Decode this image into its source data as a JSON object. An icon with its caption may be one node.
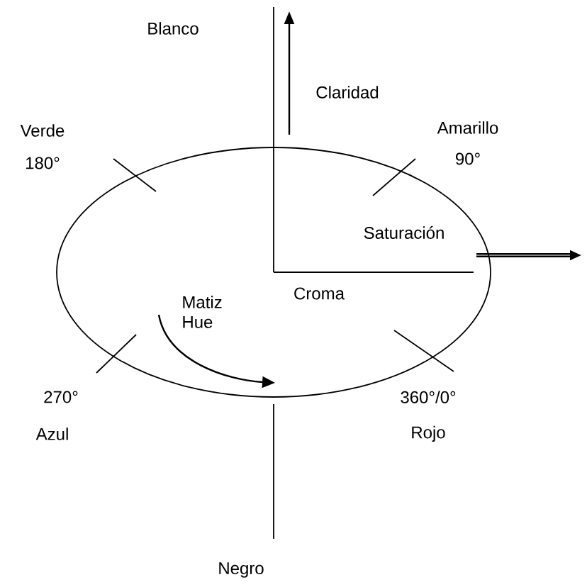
{
  "diagram": {
    "nodes": [
      {
        "text": [
          "Saturación",
          "Croma",
          "Matiz Hue"
        ]
      }
    ],
    "labels": [
      "Blanco",
      "Claridad",
      "Verde",
      "180°",
      "Amarillo",
      "90°",
      "270°",
      "Azul",
      "360°/0°",
      "Rojo",
      "Negro"
    ]
  }
}
